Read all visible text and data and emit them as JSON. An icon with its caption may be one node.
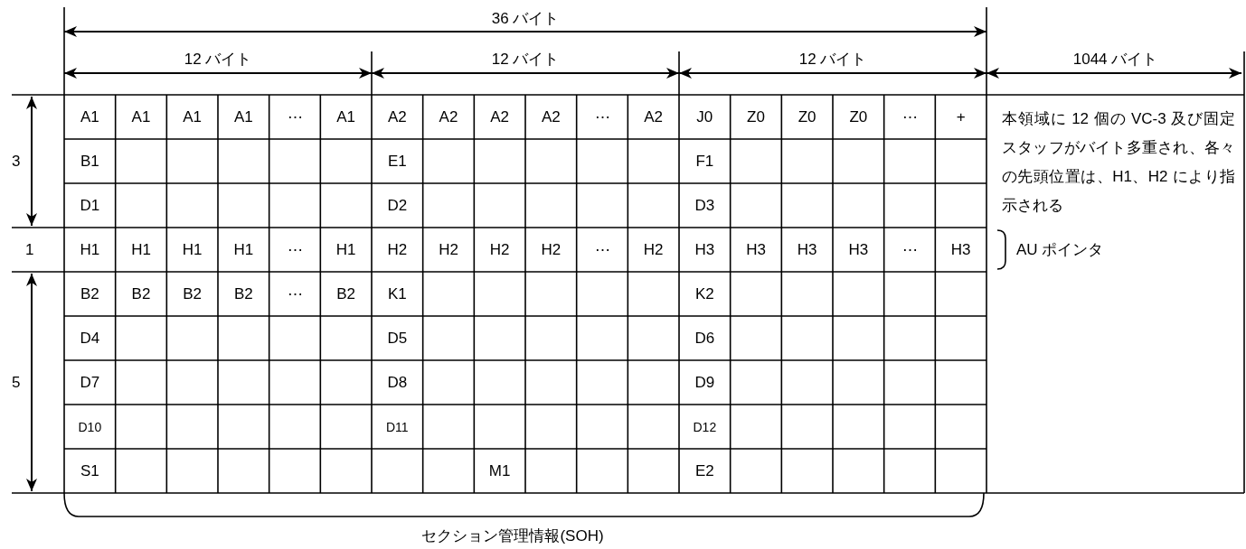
{
  "diagram": {
    "labels": [
      "36 バイト",
      "12 バイト",
      "12 バイト",
      "12 バイト",
      "1044 バイト",
      "A1",
      "A1",
      "A1",
      "A1",
      "⋯",
      "A1",
      "A2",
      "A2",
      "A2",
      "A2",
      "⋯",
      "A2",
      "J0",
      "Z0",
      "Z0",
      "Z0",
      "⋯",
      "+",
      "本領域に 12 個の VC-3 及び固定スタッフがバイト多重され、各々の先頭位置は、H1、H2 により指示される",
      "3",
      "B1",
      "E1",
      "F1",
      "D1",
      "D2",
      "D3",
      "1",
      "H1",
      "H1",
      "H1",
      "H1",
      "⋯",
      "H1",
      "H2",
      "H2",
      "H2",
      "H2",
      "⋯",
      "H2",
      "H3",
      "H3",
      "H3",
      "H3",
      "⋯",
      "H3",
      "AU ポインタ",
      "B2",
      "B2",
      "B2",
      "B2",
      "⋯",
      "B2",
      "K1",
      "K2",
      "D4",
      "D5",
      "D6",
      "5",
      "D7",
      "D8",
      "D9",
      "D10",
      "D11",
      "D12",
      "S1",
      "M1",
      "E2",
      "セクション管理情報(SOH)"
    ]
  }
}
